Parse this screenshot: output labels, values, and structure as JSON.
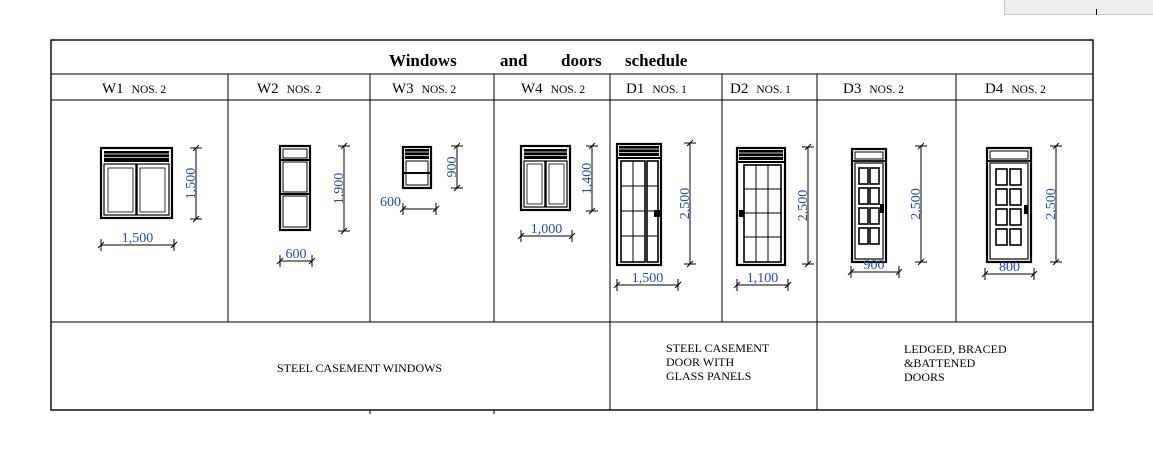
{
  "title": {
    "w1": "Windows",
    "w2": "and",
    "w3": "doors",
    "w4": "schedule"
  },
  "items": [
    {
      "code": "W1",
      "nos": "NOS. 2",
      "width": "1,500",
      "height": "1,500"
    },
    {
      "code": "W2",
      "nos": "NOS. 2",
      "width": "600",
      "height": "1,900"
    },
    {
      "code": "W3",
      "nos": "NOS. 2",
      "width": "600",
      "height": "900"
    },
    {
      "code": "W4",
      "nos": "NOS. 2",
      "width": "1,000",
      "height": "1,400"
    },
    {
      "code": "D1",
      "nos": "NOS. 1",
      "width": "1,500",
      "height": "2,500"
    },
    {
      "code": "D2",
      "nos": "NOS. 1",
      "width": "1,100",
      "height": "2,500"
    },
    {
      "code": "D3",
      "nos": "NOS. 2",
      "width": "900",
      "height": "2,500"
    },
    {
      "code": "D4",
      "nos": "NOS. 2",
      "width": "800",
      "height": "2,500"
    }
  ],
  "descriptions": {
    "windows": "STEEL CASEMENT WINDOWS",
    "steel_door": [
      "STEEL CASEMENT",
      "DOOR WITH",
      "GLASS PANELS"
    ],
    "ledged_door": [
      "LEDGED, BRACED",
      "&BATTENED",
      "DOORS"
    ]
  },
  "colors": {
    "line": "#000000",
    "dimension": "#1f4e9a"
  }
}
